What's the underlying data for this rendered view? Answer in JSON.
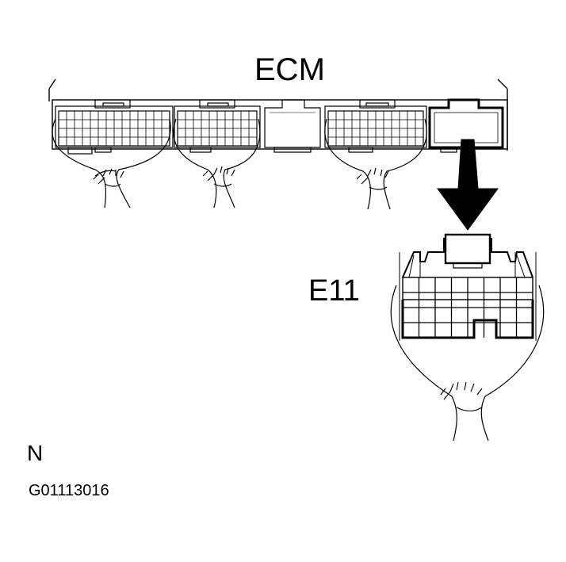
{
  "diagram": {
    "title": "ECM",
    "connector_label": "E11",
    "orientation_mark": "N",
    "figure_id": "G01113016"
  },
  "colors": {
    "line": "#000000",
    "background": "#ffffff",
    "arrow": "#000000"
  },
  "icons": {
    "pointer": "arrow-down-icon"
  }
}
